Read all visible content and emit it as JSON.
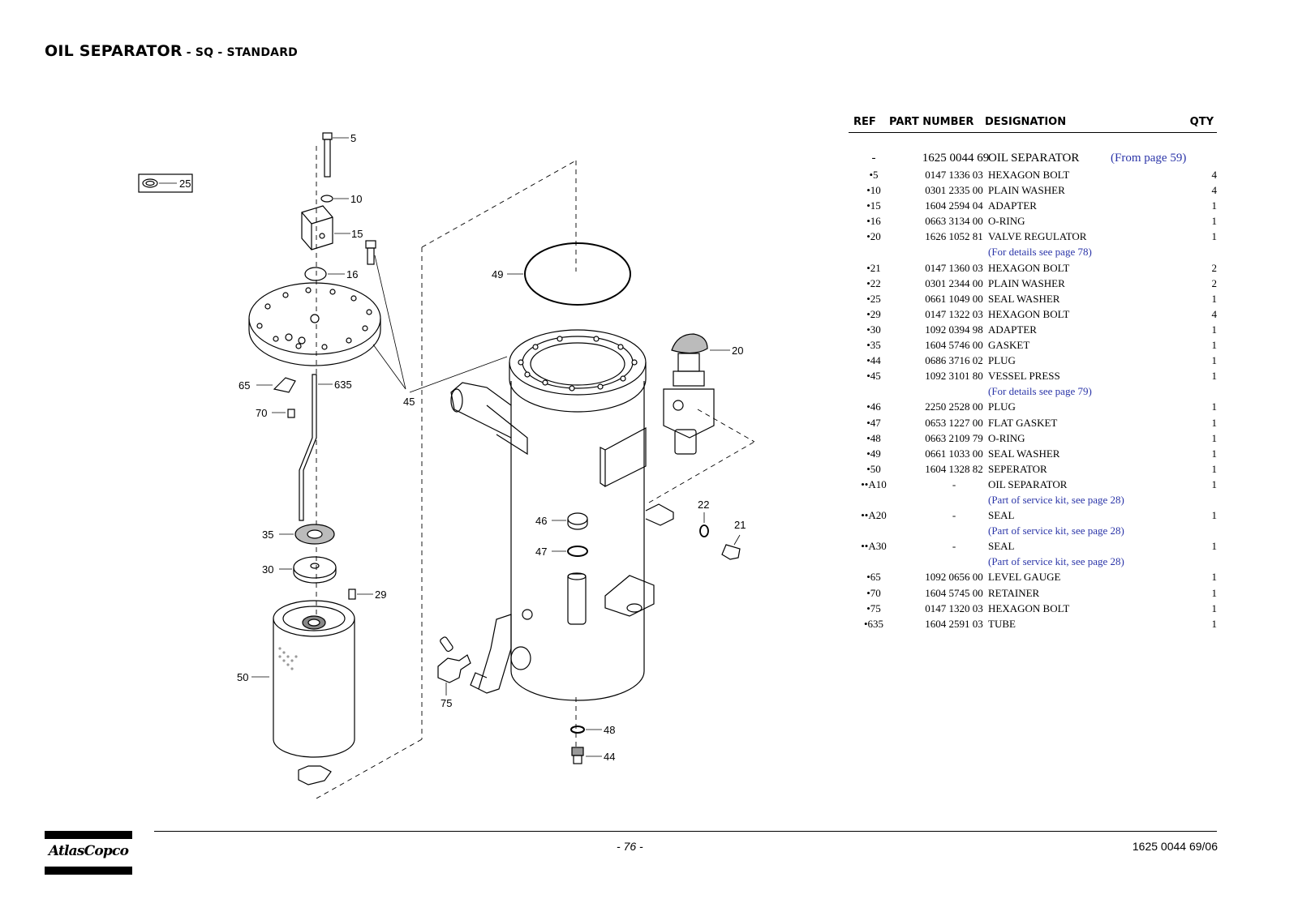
{
  "title": {
    "main": "OIL SEPARATOR",
    "sep1": " - ",
    "sub1": "SQ",
    "sep2": " - ",
    "sub2": "STANDARD"
  },
  "table_headers": {
    "ref": "REF",
    "part_number": "PART NUMBER",
    "designation": "DESIGNATION",
    "qty": "QTY"
  },
  "assembly": {
    "ref": "-",
    "part_number": "1625 0044 69",
    "designation": "OIL SEPARATOR",
    "from": "(From page 59)"
  },
  "parts": [
    {
      "ref": "•5",
      "pn": "0147 1336 03",
      "des": "HEXAGON BOLT",
      "qty": "4"
    },
    {
      "ref": "•10",
      "pn": "0301 2335 00",
      "des": "PLAIN WASHER",
      "qty": "4"
    },
    {
      "ref": "•15",
      "pn": "1604 2594 04",
      "des": "ADAPTER",
      "qty": "1"
    },
    {
      "ref": "•16",
      "pn": "0663 3134 00",
      "des": "O-RING",
      "qty": "1"
    },
    {
      "ref": "•20",
      "pn": "1626 1052 81",
      "des": "VALVE REGULATOR",
      "qty": "1",
      "note": "(For details see page 78)"
    },
    {
      "ref": "•21",
      "pn": "0147 1360 03",
      "des": "HEXAGON BOLT",
      "qty": "2"
    },
    {
      "ref": "•22",
      "pn": "0301 2344 00",
      "des": "PLAIN WASHER",
      "qty": "2"
    },
    {
      "ref": "•25",
      "pn": "0661 1049 00",
      "des": "SEAL WASHER",
      "qty": "1"
    },
    {
      "ref": "•29",
      "pn": "0147 1322 03",
      "des": "HEXAGON BOLT",
      "qty": "4"
    },
    {
      "ref": "•30",
      "pn": "1092 0394 98",
      "des": "ADAPTER",
      "qty": "1"
    },
    {
      "ref": "•35",
      "pn": "1604 5746 00",
      "des": "GASKET",
      "qty": "1"
    },
    {
      "ref": "•44",
      "pn": "0686 3716 02",
      "des": "PLUG",
      "qty": "1"
    },
    {
      "ref": "•45",
      "pn": "1092 3101 80",
      "des": "VESSEL PRESS",
      "qty": "1",
      "note": "(For details see page 79)"
    },
    {
      "ref": "•46",
      "pn": "2250 2528 00",
      "des": "PLUG",
      "qty": "1"
    },
    {
      "ref": "•47",
      "pn": "0653 1227 00",
      "des": "FLAT GASKET",
      "qty": "1"
    },
    {
      "ref": "•48",
      "pn": "0663 2109 79",
      "des": "O-RING",
      "qty": "1"
    },
    {
      "ref": "•49",
      "pn": "0661 1033 00",
      "des": "SEAL WASHER",
      "qty": "1"
    },
    {
      "ref": "•50",
      "pn": "1604 1328 82",
      "des": "SEPERATOR",
      "qty": "1"
    },
    {
      "ref": "••A10",
      "pn": "-",
      "des": "OIL SEPARATOR",
      "qty": "1",
      "note": "(Part of service kit, see page 28)"
    },
    {
      "ref": "••A20",
      "pn": "-",
      "des": "SEAL",
      "qty": "1",
      "note": "(Part of service kit, see page 28)"
    },
    {
      "ref": "••A30",
      "pn": "-",
      "des": "SEAL",
      "qty": "1",
      "note": "(Part of service kit, see page 28)"
    },
    {
      "ref": "•65",
      "pn": "1092 0656 00",
      "des": "LEVEL GAUGE",
      "qty": "1"
    },
    {
      "ref": "•70",
      "pn": "1604 5745 00",
      "des": "RETAINER",
      "qty": "1"
    },
    {
      "ref": "•75",
      "pn": "0147 1320 03",
      "des": "HEXAGON BOLT",
      "qty": "1"
    },
    {
      "ref": "•635",
      "pn": "1604 2591 03",
      "des": "TUBE",
      "qty": "1"
    }
  ],
  "diagram_callouts": [
    "5",
    "10",
    "15",
    "16",
    "20",
    "21",
    "22",
    "25",
    "29",
    "30",
    "35",
    "44",
    "45",
    "46",
    "47",
    "48",
    "49",
    "50",
    "65",
    "70",
    "75",
    "635"
  ],
  "footer": {
    "page": "- 76 -",
    "doc_code": "1625 0044 69/06",
    "logo_text": "AtlasCopco"
  },
  "colors": {
    "link": "#2b35a8",
    "ink": "#000000"
  }
}
